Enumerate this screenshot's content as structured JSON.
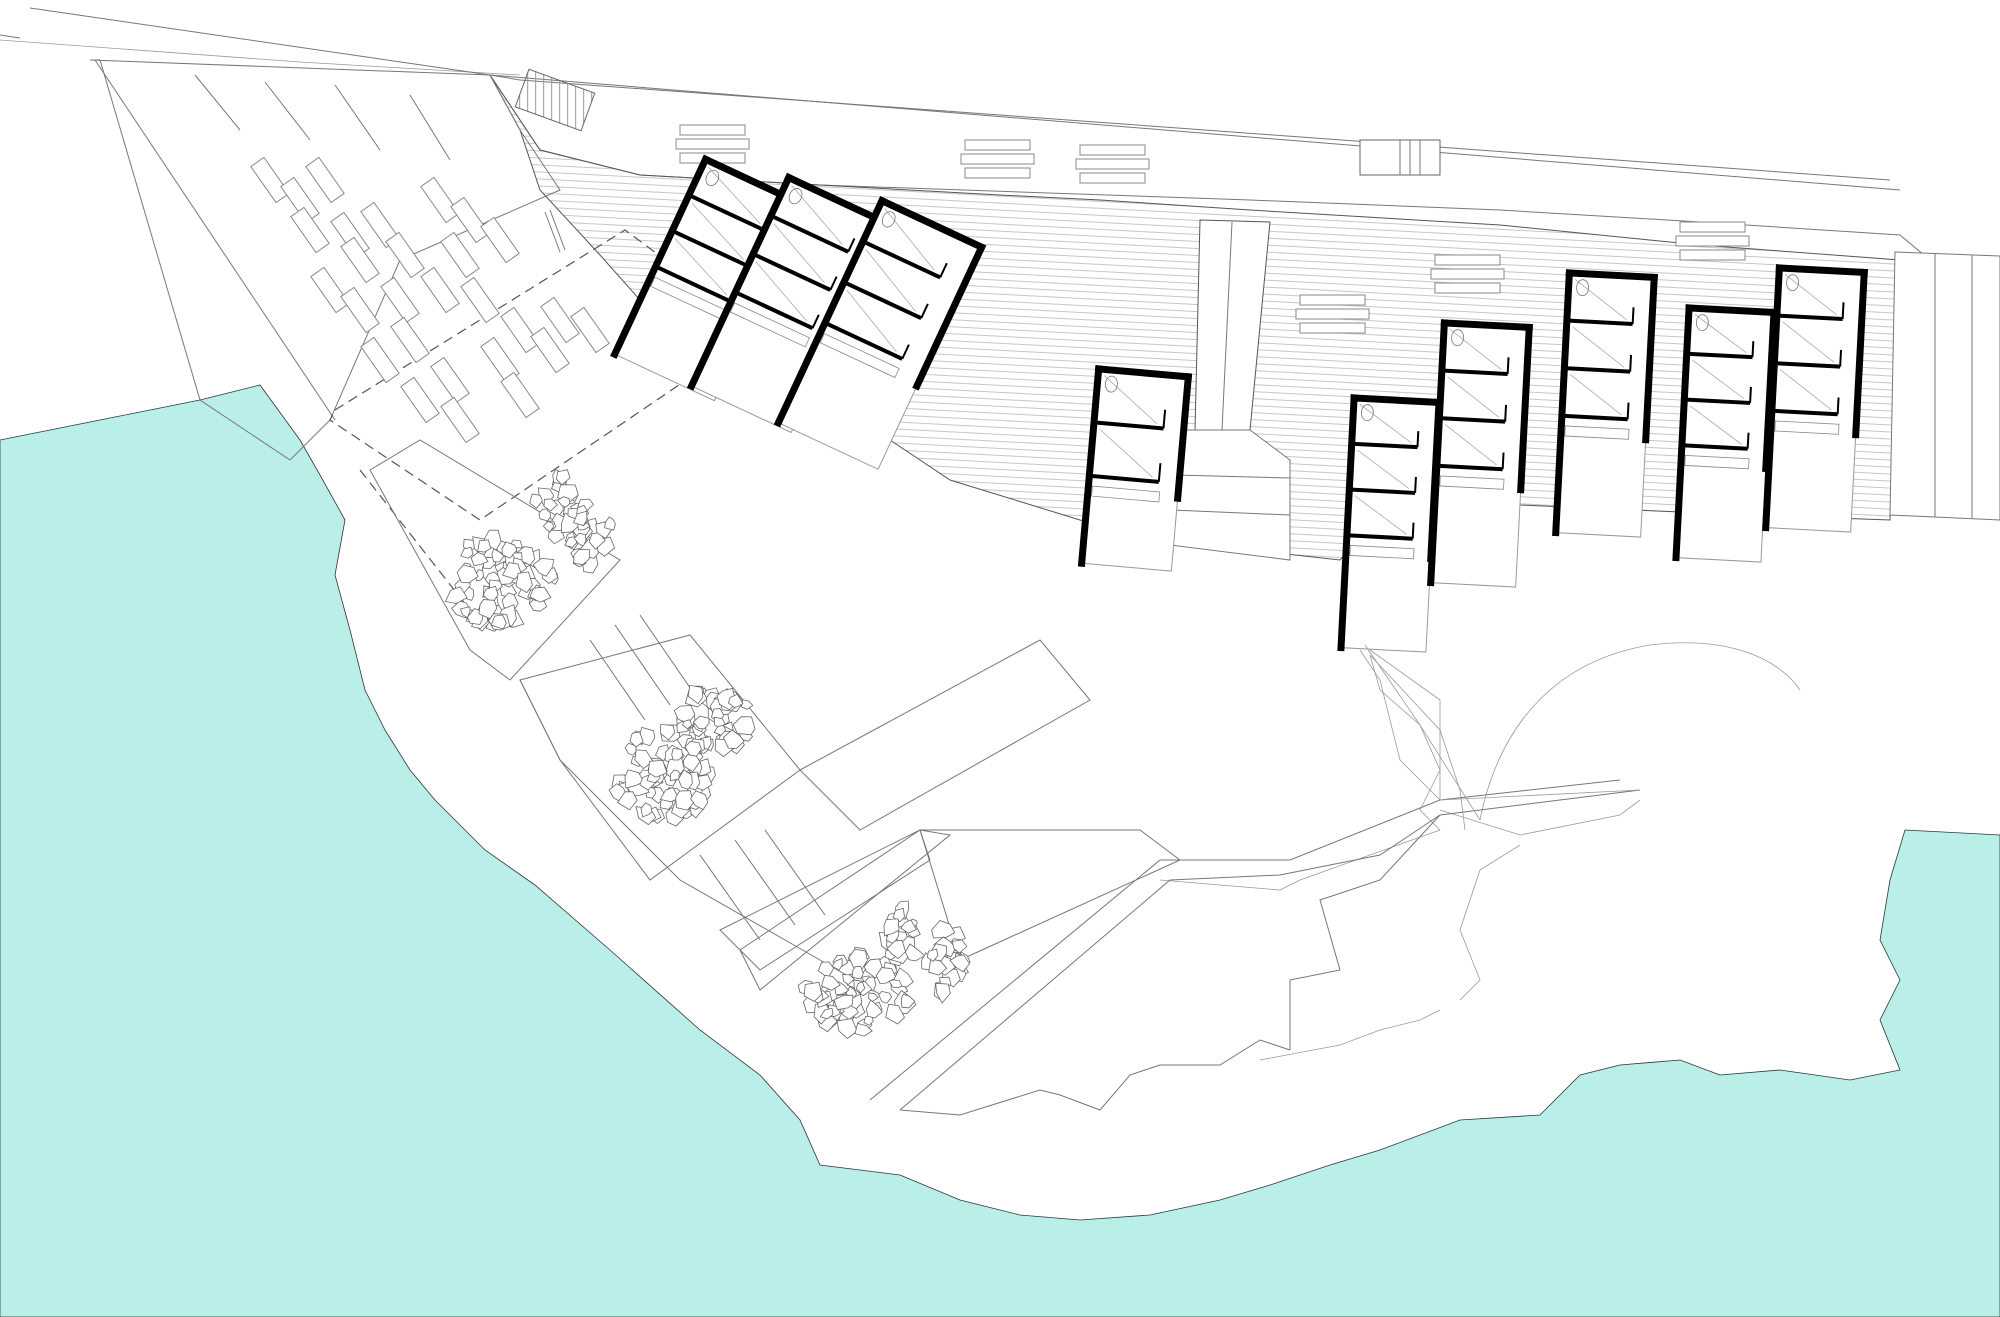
{
  "colors": {
    "water": "#b9efe8",
    "land": "#ffffff",
    "line": "#777777",
    "wall": "#000000"
  },
  "plan": {
    "cabins": [
      {
        "id": "cabin-1",
        "rooms": 3
      },
      {
        "id": "cabin-2",
        "rooms": 3
      },
      {
        "id": "cabin-3",
        "rooms": 3
      },
      {
        "id": "cabin-4",
        "rooms": 2
      },
      {
        "id": "cabin-5",
        "rooms": 3
      },
      {
        "id": "cabin-6",
        "rooms": 3
      },
      {
        "id": "cabin-7",
        "rooms": 3
      },
      {
        "id": "cabin-8",
        "rooms": 3
      },
      {
        "id": "cabin-9",
        "rooms": 3
      }
    ]
  }
}
